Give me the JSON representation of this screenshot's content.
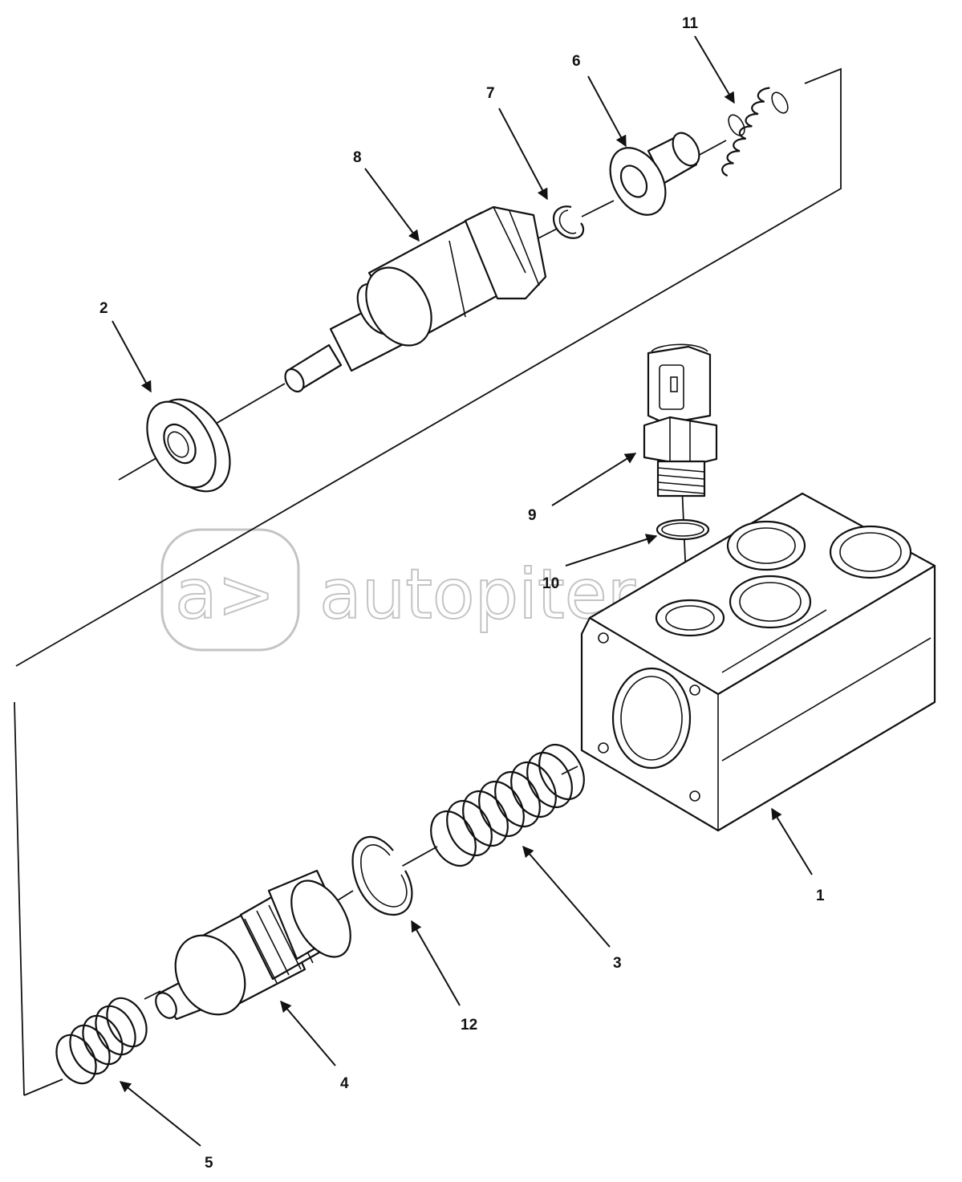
{
  "watermark": {
    "text": "autopiter.ru"
  },
  "callouts": {
    "c1": "1",
    "c2": "2",
    "c3": "3",
    "c4": "4",
    "c5": "5",
    "c6": "6",
    "c7": "7",
    "c8": "8",
    "c9": "9",
    "c10": "10",
    "c11": "11",
    "c12": "12"
  },
  "colors": {
    "line": "#111111",
    "background": "#ffffff",
    "watermark": "#c4c4c4"
  }
}
